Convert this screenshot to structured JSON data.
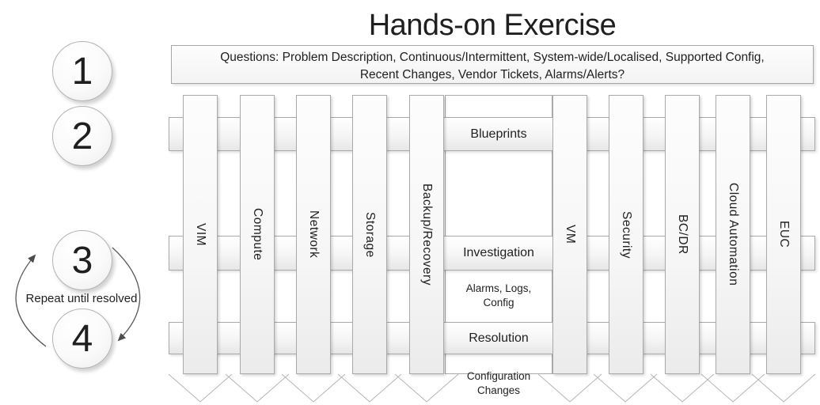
{
  "title": "Hands-on Exercise",
  "question_box": {
    "line1": "Questions: Problem Description, Continuous/Intermittent, System-wide/Localised, Supported Config,",
    "line2": "Recent Changes, Vendor Tickets, Alarms/Alerts?"
  },
  "steps": [
    "1",
    "2",
    "3",
    "4"
  ],
  "repeat_label": "Repeat until resolved",
  "bands": [
    "Blueprints",
    "Investigation",
    "Resolution"
  ],
  "columns": [
    "VIM",
    "Compute",
    "Network",
    "Storage",
    "Backup/Recovery",
    "VM",
    "Security",
    "BC/DR",
    "Cloud Automation",
    "EUC"
  ],
  "notes": {
    "alarms_line1": "Alarms, Logs,",
    "alarms_line2": "Config",
    "changes_line1": "Configuration",
    "changes_line2": "Changes"
  },
  "colors": {
    "border": "#a6a6a6",
    "text": "#1f1f1f",
    "shape_fill_top": "#ffffff",
    "shape_fill_bottom": "#e7e7e7",
    "arrow": "#4d4d4d",
    "zigzag": "#b3b3b3"
  }
}
